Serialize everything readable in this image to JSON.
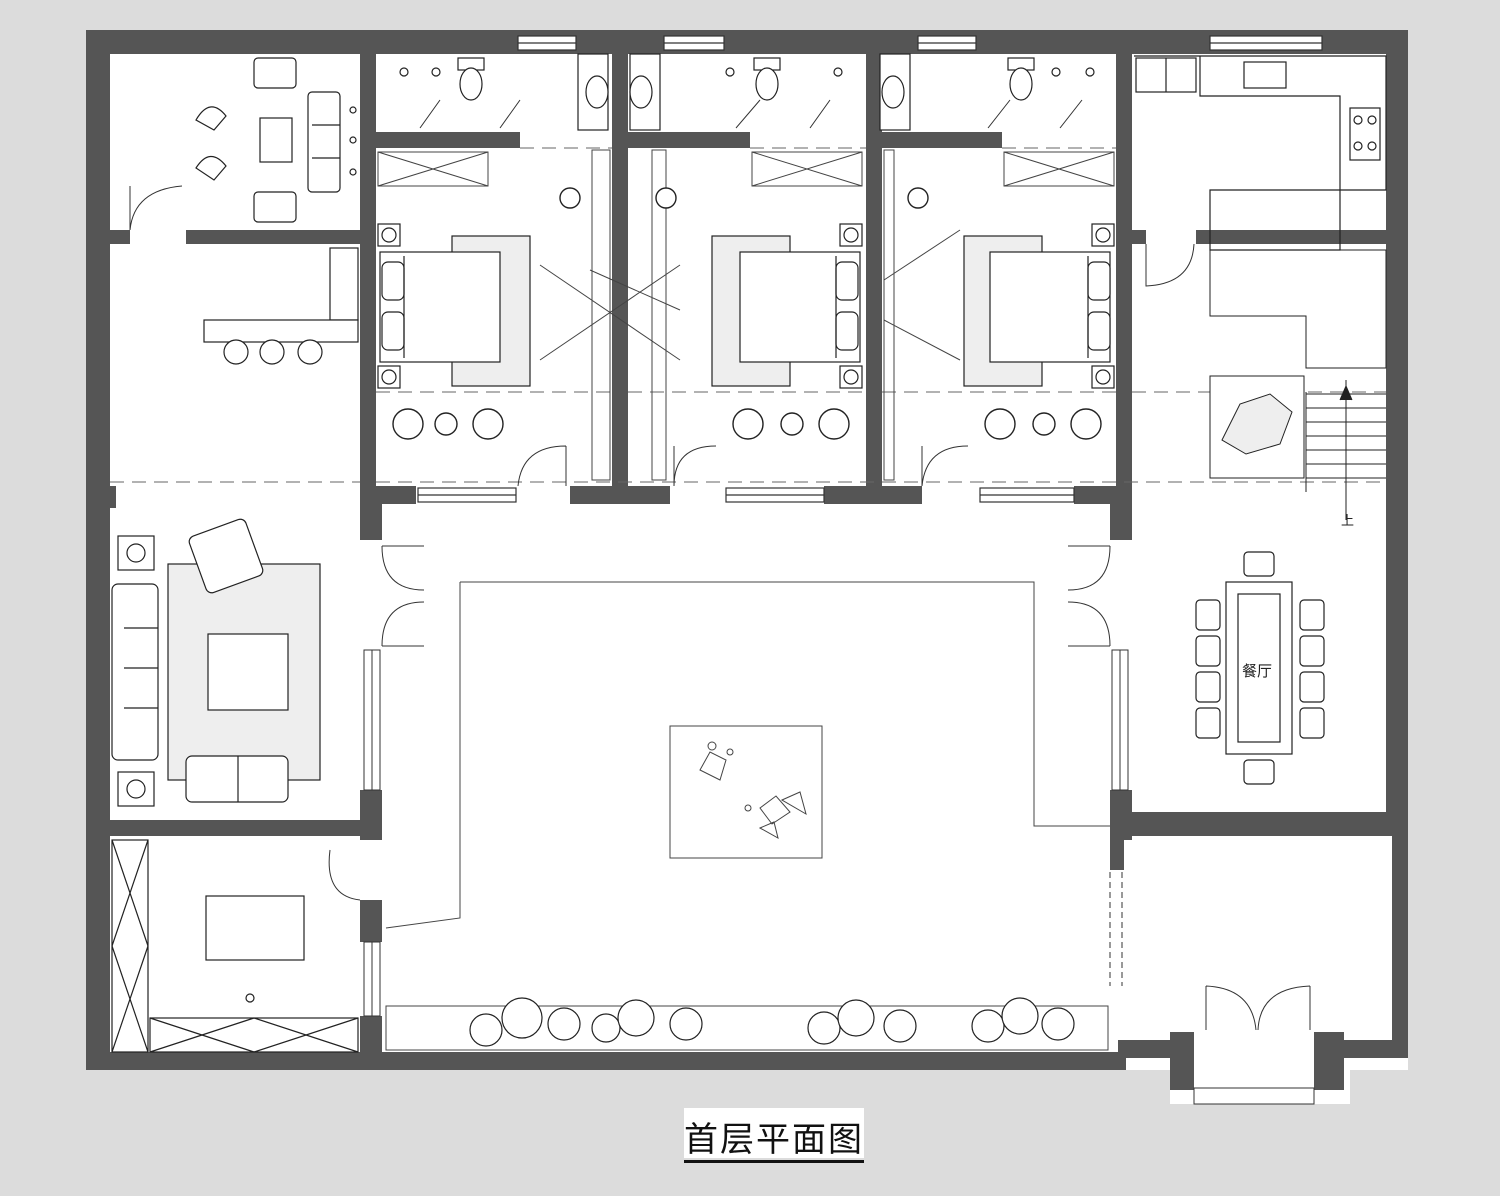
{
  "drawing": {
    "title": "首层平面图",
    "room_labels": {
      "dining": "餐厅",
      "stair_up": "上"
    }
  },
  "colors": {
    "background": "#dcdcdc",
    "paper": "#ffffff",
    "wall": "#555555",
    "line": "#333333",
    "accent": "#111111"
  },
  "icons": [
    "sofa-icon",
    "armchair-icon",
    "bed-icon",
    "toilet-icon",
    "sink-icon",
    "dining-table-icon",
    "plant-icon",
    "staircase-icon",
    "door-swing-icon",
    "window-icon",
    "stove-icon",
    "rug-icon",
    "rockery-icon"
  ]
}
